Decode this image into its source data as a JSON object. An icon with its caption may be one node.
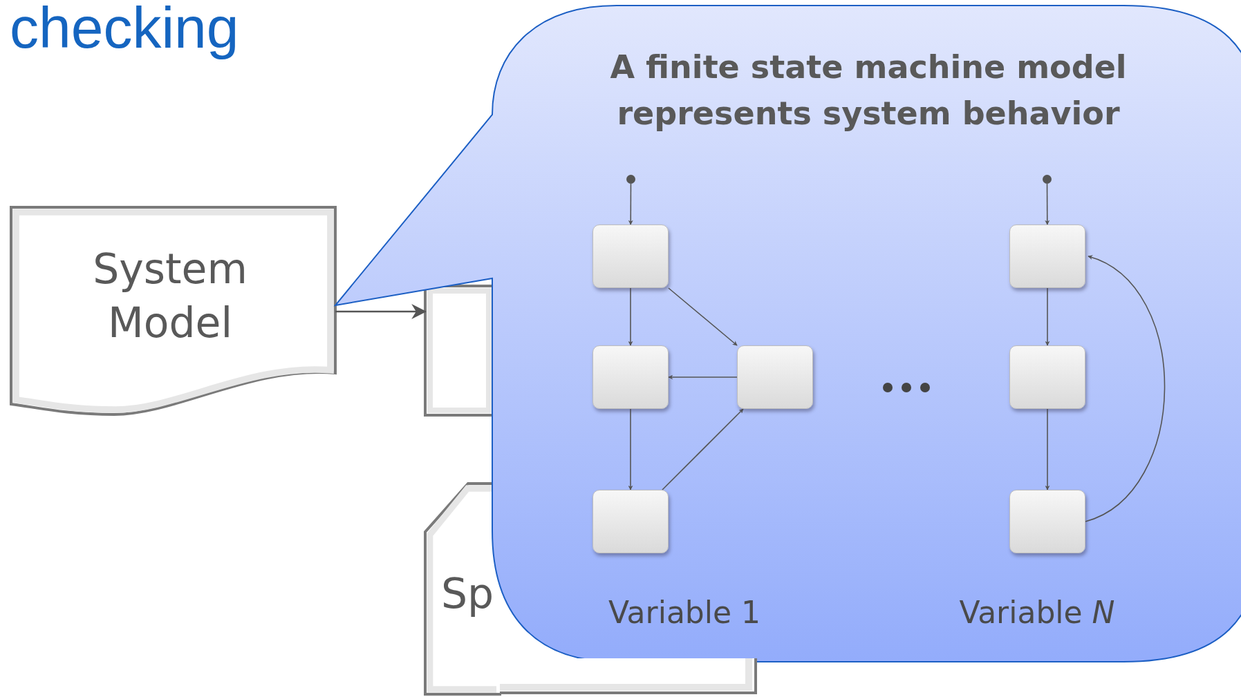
{
  "diagram": {
    "title": "checking",
    "nodes": [
      {
        "text": [
          "System Model"
        ]
      },
      {
        "text": [],
        "shape": "box"
      },
      {
        "text": [
          "Sp"
        ]
      },
      {
        "text": [
          "A finite state machine model represents system behavior",
          "Variable 1",
          "Variable *N*"
        ]
      },
      {
        "text": [],
        "shape": "circle",
        "in": 3
      },
      {
        "text": [],
        "shape": "box",
        "in": 3
      },
      {
        "text": [],
        "shape": "box",
        "in": 3
      },
      {
        "text": [],
        "shape": "box",
        "in": 3
      },
      {
        "text": [],
        "shape": "box",
        "in": 3
      },
      {
        "text": [],
        "shape": "circle",
        "in": 3
      },
      {
        "text": [],
        "shape": "box",
        "in": 3
      },
      {
        "text": [],
        "shape": "box",
        "in": 3
      },
      {
        "text": [],
        "shape": "box",
        "in": 3
      }
    ],
    "edges": [
      {
        "from": 0,
        "to": 1,
        "arrow": "to"
      },
      {
        "from": 4,
        "to": 5,
        "arrow": "to"
      },
      {
        "from": 5,
        "to": 6,
        "arrow": "to"
      },
      {
        "from": 5,
        "to": 7,
        "arrow": "to"
      },
      {
        "from": 7,
        "to": 6,
        "arrow": "to"
      },
      {
        "from": 6,
        "to": 8,
        "arrow": "to"
      },
      {
        "from": 8,
        "to": 7,
        "arrow": "to"
      },
      {
        "from": 9,
        "to": 10,
        "arrow": "to"
      },
      {
        "from": 10,
        "to": 11,
        "arrow": "to"
      },
      {
        "from": 11,
        "to": 12,
        "arrow": "to"
      },
      {
        "from": 12,
        "to": 10,
        "arrow": "to"
      }
    ]
  }
}
